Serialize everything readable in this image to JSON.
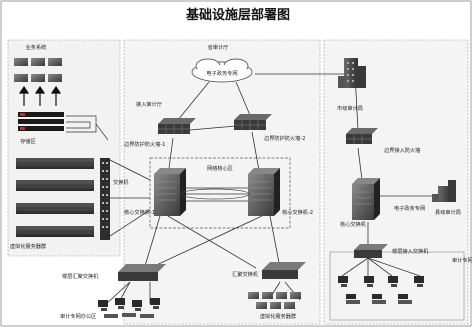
{
  "title": "基础设施层部署图",
  "labels": {
    "business_system": "业务系统",
    "storage_area": "存储区",
    "switch_vertical": "交换机",
    "vm_cluster": "虚拟化服务器群",
    "audit_office_top": "省审计厅",
    "egov_network": "电子政务专网",
    "hall_access": "接入审计厅",
    "edge_fw_1": "边界防护防火墙-1",
    "edge_fw_2": "边界防护防火墙-2",
    "net_core": "网络核心区",
    "core_switch_1": "核心交换机-1",
    "core_switch_2": "核心交换机-2",
    "floor_agg_switch": "楼层汇聚交换机",
    "agg_switch": "汇聚交换机",
    "hall_office_area": "审计专网办公区",
    "vm_cluster_bottom": "虚拟化服务器群",
    "city_audit": "市级审计局",
    "access_fw": "边界接入防火墙",
    "egov_network_right": "电子政务专网",
    "county_audit": "县级审计局",
    "core_switch_right": "核心交换机",
    "floor_access_switch": "楼层接入交换机",
    "audit_office_area_right": "审计专网办公区"
  }
}
